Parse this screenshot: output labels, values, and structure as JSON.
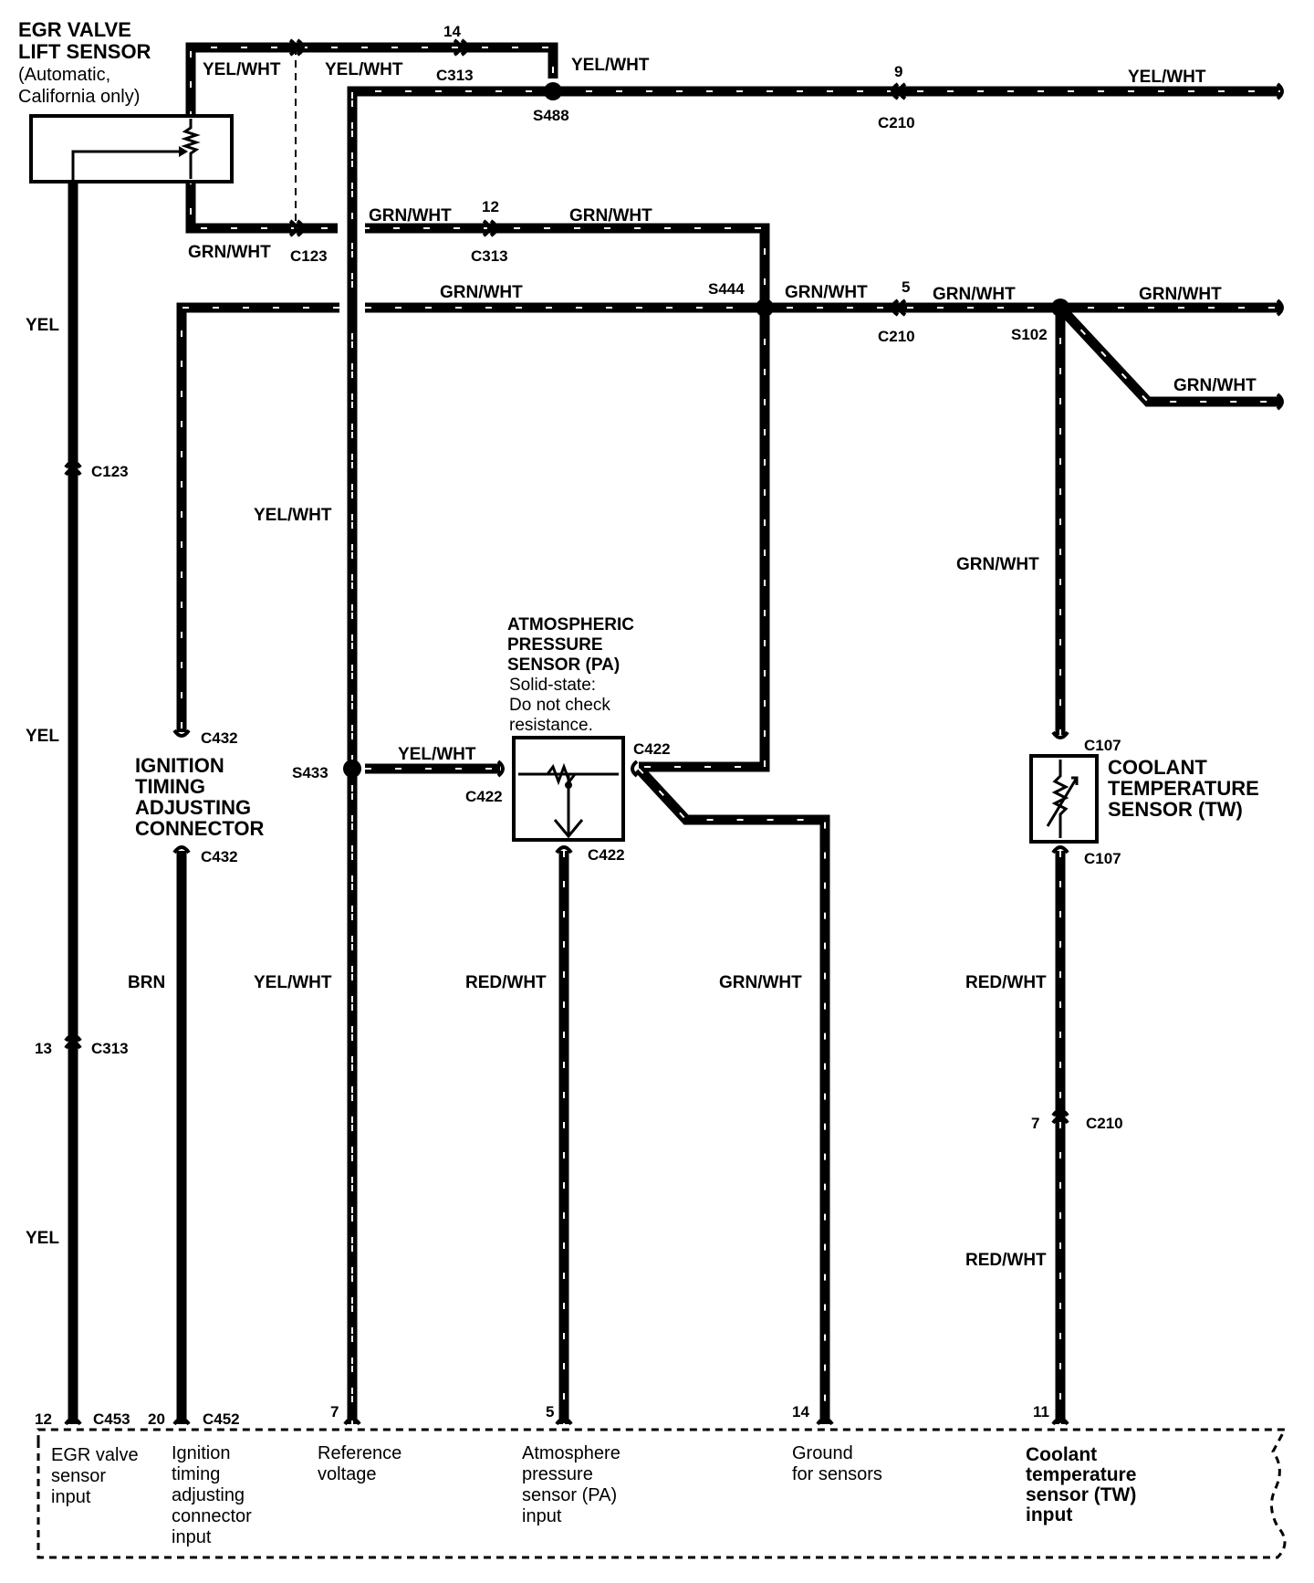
{
  "components": {
    "egr_sensor": {
      "line1": "EGR VALVE",
      "line2": "LIFT SENSOR",
      "line3": "(Automatic,",
      "line4": "California only)"
    },
    "pa_sensor": {
      "line1": "ATMOSPHERIC",
      "line2": "PRESSURE",
      "line3": "SENSOR (PA)",
      "line4": "Solid-state:",
      "line5": "Do not check",
      "line6": "resistance."
    },
    "ignition_connector": {
      "line1": "IGNITION",
      "line2": "TIMING",
      "line3": "ADJUSTING",
      "line4": "CONNECTOR"
    },
    "coolant_sensor": {
      "line1": "COOLANT",
      "line2": "TEMPERATURE",
      "line3": "SENSOR (TW)"
    }
  },
  "wires": {
    "yel_wht": "YEL/WHT",
    "grn_wht": "GRN/WHT",
    "yel": "YEL",
    "brn": "BRN",
    "red_wht": "RED/WHT"
  },
  "connectors": {
    "c313": "C313",
    "c210": "C210",
    "c123": "C123",
    "c432": "C432",
    "c422": "C422",
    "c107": "C107",
    "c453": "C453",
    "c452": "C452"
  },
  "splices": {
    "s488": "S488",
    "s444": "S444",
    "s102": "S102",
    "s433": "S433"
  },
  "pins": {
    "p14": "14",
    "p9": "9",
    "p12": "12",
    "p5": "5",
    "p13": "13",
    "p7": "7",
    "p20": "20",
    "p11": "11"
  },
  "ecu_inputs": {
    "egr": {
      "l1": "EGR valve",
      "l2": "sensor",
      "l3": "input"
    },
    "ignition": {
      "l1": "Ignition",
      "l2": "timing",
      "l3": "adjusting",
      "l4": "connector",
      "l5": "input"
    },
    "reference": {
      "l1": "Reference",
      "l2": "voltage"
    },
    "atmosphere": {
      "l1": "Atmosphere",
      "l2": "pressure",
      "l3": "sensor (PA)",
      "l4": "input"
    },
    "ground": {
      "l1": "Ground",
      "l2": "for sensors"
    },
    "coolant": {
      "l1": "Coolant",
      "l2": "temperature",
      "l3": "sensor (TW)",
      "l4": "input"
    }
  }
}
